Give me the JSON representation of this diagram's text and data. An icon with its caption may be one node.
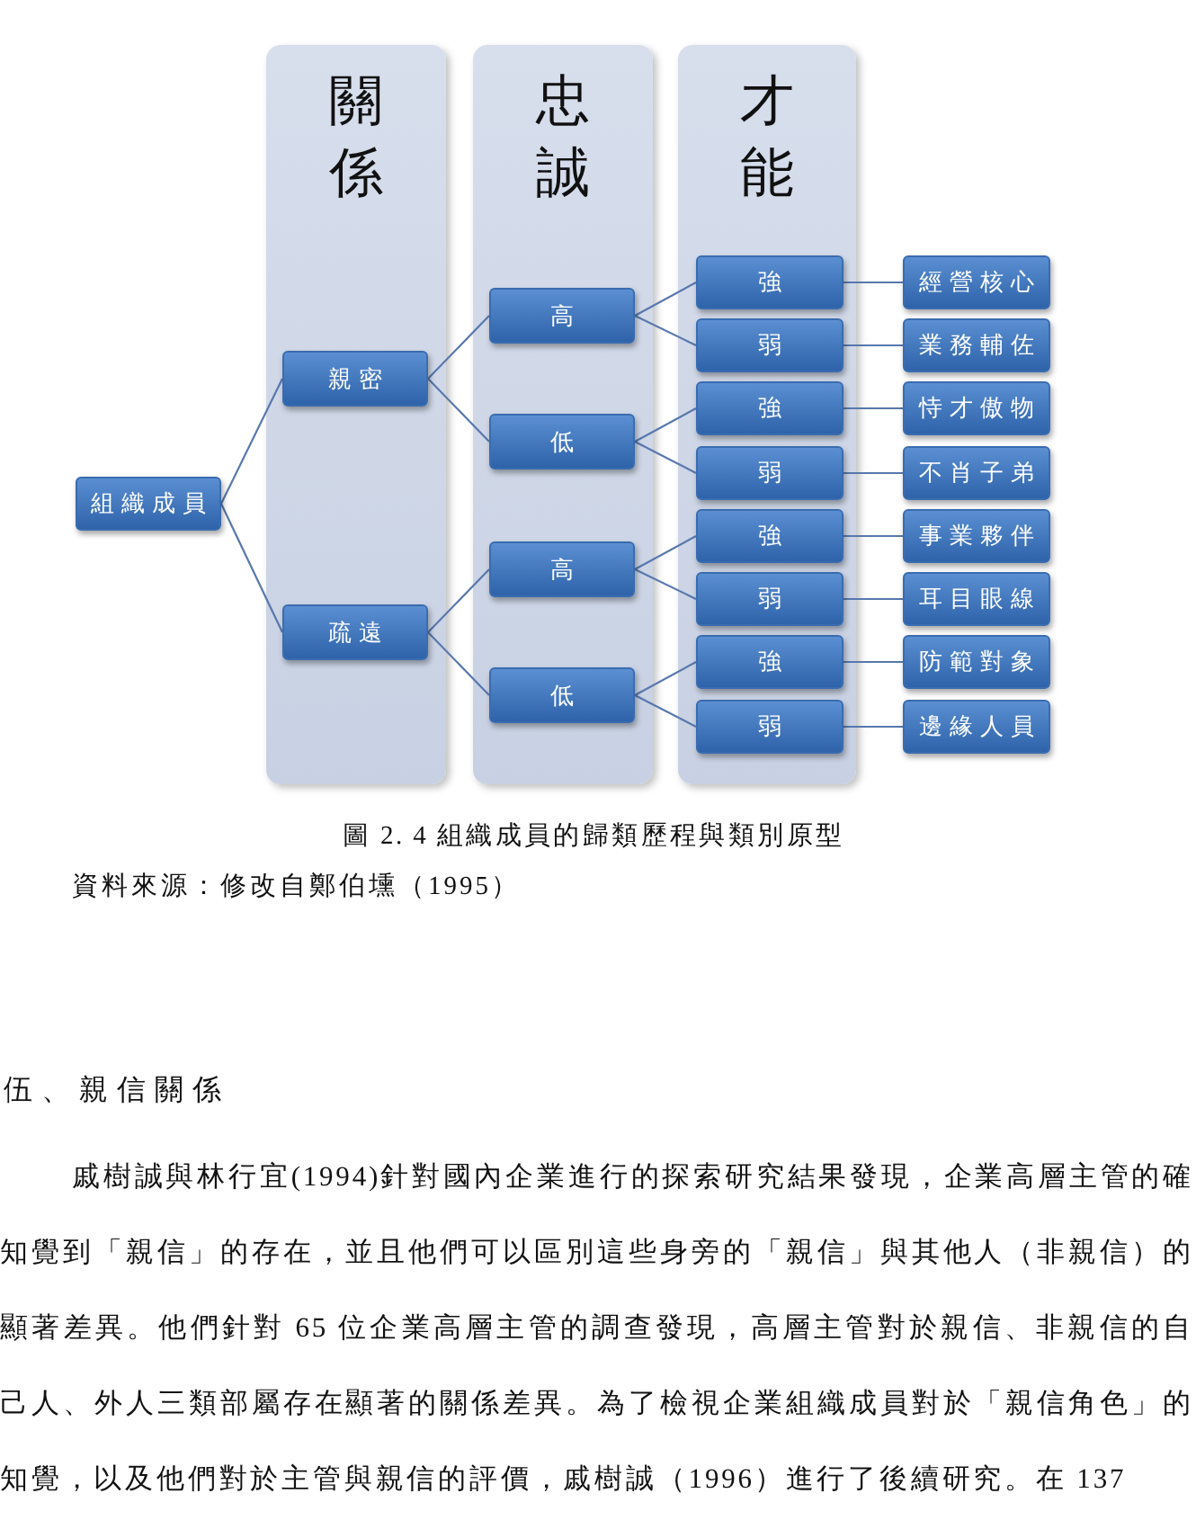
{
  "diagram": {
    "caption": "圖 2. 4 組織成員的歸類歷程與類別原型",
    "nodes": [
      {
        "text": [
          "組織成員"
        ]
      },
      {
        "text": [
          "關係"
        ]
      },
      {
        "text": [
          "親密"
        ],
        "in": 1
      },
      {
        "text": [
          "疏遠"
        ],
        "in": 1
      },
      {
        "text": [
          "忠誠"
        ]
      },
      {
        "text": [
          "高"
        ],
        "in": 4
      },
      {
        "text": [
          "低"
        ],
        "in": 4
      },
      {
        "text": [
          "高"
        ],
        "in": 4
      },
      {
        "text": [
          "低"
        ],
        "in": 4
      },
      {
        "text": [
          "才能"
        ]
      },
      {
        "text": [
          "強"
        ],
        "in": 9
      },
      {
        "text": [
          "弱"
        ],
        "in": 9
      },
      {
        "text": [
          "強"
        ],
        "in": 9
      },
      {
        "text": [
          "弱"
        ],
        "in": 9
      },
      {
        "text": [
          "強"
        ],
        "in": 9
      },
      {
        "text": [
          "弱"
        ],
        "in": 9
      },
      {
        "text": [
          "強"
        ],
        "in": 9
      },
      {
        "text": [
          "弱"
        ],
        "in": 9
      },
      {
        "text": [
          "經營核心"
        ]
      },
      {
        "text": [
          "業務輔佐"
        ]
      },
      {
        "text": [
          "恃才傲物"
        ]
      },
      {
        "text": [
          "不肖子弟"
        ]
      },
      {
        "text": [
          "事業夥伴"
        ]
      },
      {
        "text": [
          "耳目眼線"
        ]
      },
      {
        "text": [
          "防範對象"
        ]
      },
      {
        "text": [
          "邊緣人員"
        ]
      }
    ],
    "edges": [
      {
        "from": 0,
        "to": 2,
        "arrow": "none"
      },
      {
        "from": 0,
        "to": 3,
        "arrow": "none"
      },
      {
        "from": 2,
        "to": 5,
        "arrow": "none"
      },
      {
        "from": 2,
        "to": 6,
        "arrow": "none"
      },
      {
        "from": 3,
        "to": 7,
        "arrow": "none"
      },
      {
        "from": 3,
        "to": 8,
        "arrow": "none"
      },
      {
        "from": 5,
        "to": 10,
        "arrow": "none"
      },
      {
        "from": 5,
        "to": 11,
        "arrow": "none"
      },
      {
        "from": 6,
        "to": 12,
        "arrow": "none"
      },
      {
        "from": 6,
        "to": 13,
        "arrow": "none"
      },
      {
        "from": 7,
        "to": 14,
        "arrow": "none"
      },
      {
        "from": 7,
        "to": 15,
        "arrow": "none"
      },
      {
        "from": 8,
        "to": 16,
        "arrow": "none"
      },
      {
        "from": 8,
        "to": 17,
        "arrow": "none"
      },
      {
        "from": 10,
        "to": 18,
        "arrow": "none"
      },
      {
        "from": 11,
        "to": 19,
        "arrow": "none"
      },
      {
        "from": 12,
        "to": 20,
        "arrow": "none"
      },
      {
        "from": 13,
        "to": 21,
        "arrow": "none"
      },
      {
        "from": 14,
        "to": 22,
        "arrow": "none"
      },
      {
        "from": 15,
        "to": 23,
        "arrow": "none"
      },
      {
        "from": 16,
        "to": 24,
        "arrow": "none"
      },
      {
        "from": 17,
        "to": 25,
        "arrow": "none"
      }
    ],
    "labels": [
      "資料來源：修改自鄭伯壎（1995）",
      "伍、親信關係",
      "戚樹誠與林行宜(1994)針對國內企業進行的探索研究結果發現，企業高層主管的確知覺到「親信」的存在，並且他們可以區別這些身旁的「親信」與其他人（非親信）的顯著差異。他們針對 65 位企業高層主管的調查發現，高層主管對於親信、非親信的自己人、外人三類部屬存在顯著的關係差異。為了檢視企業組織成員對於「親信角色」的知覺，以及他們對於主管與親信的評價，戚樹誠（1996）進行了後續研究。在 137"
    ]
  }
}
